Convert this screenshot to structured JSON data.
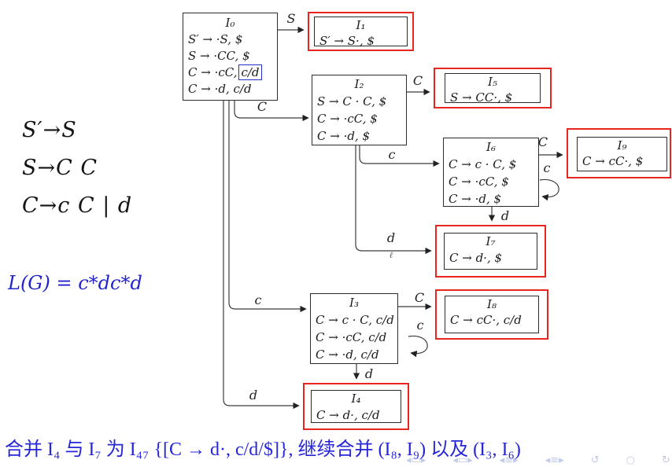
{
  "grammar": {
    "line1": "S′→S",
    "line2": "S→C C",
    "line3": "C→c C  |  d"
  },
  "language_formula": "L(G) = c*dc*d",
  "caption": "合并 I₄ 与 I₇ 为 I₄₇ {[C → d·, c/d/$]}, 继续合并 (I₈, I₉) 以及 (I₃, I₆)",
  "automaton": {
    "states": {
      "i0": {
        "title": "I₀",
        "item1": "S′ → ·S, $",
        "item2": "S → ·CC, $",
        "item3_prefix": "C → ·cC,",
        "item3_boxed": "c/d",
        "item4": "C → ·d, c/d"
      },
      "i1": {
        "title": "I₁",
        "item1": "S′ → S·, $"
      },
      "i2": {
        "title": "I₂",
        "item1": "S → C · C, $",
        "item2": "C → ·cC, $",
        "item3": "C → ·d, $"
      },
      "i3": {
        "title": "I₃",
        "item1": "C → c · C, c/d",
        "item2": "C → ·cC, c/d",
        "item3": "C → ·d, c/d"
      },
      "i4": {
        "title": "I₄",
        "item1": "C → d·, c/d"
      },
      "i5": {
        "title": "I₅",
        "item1": "S → CC·, $"
      },
      "i6": {
        "title": "I₆",
        "item1": "C → c · C, $",
        "item2": "C → ·cC, $",
        "item3": "C → ·d, $"
      },
      "i7": {
        "title": "I₇",
        "item1": "C → d·, $"
      },
      "i8": {
        "title": "I₈",
        "item1": "C → cC·, c/d"
      },
      "i9": {
        "title": "I₉",
        "item1": "C → cC·, $"
      }
    },
    "edges": {
      "i0_i1": "S",
      "i0_i2": "C",
      "i0_i3": "c",
      "i0_i4": "d",
      "i2_i5": "C",
      "i2_i6": "c",
      "i2_i7": "d",
      "i6_i9": "C",
      "i6_loop": "c",
      "i6_i7": "d",
      "i3_i8": "C",
      "i3_loop": "c",
      "i3_i4": "d",
      "stray_mark": "ℓ"
    }
  },
  "colors": {
    "highlight_red": "#e8251f",
    "highlight_blue": "#2233cc",
    "text_blue": "#2626d8"
  },
  "nav": {
    "symbols": [
      "◂▭▸",
      "◂▭▸",
      "◂≡▸",
      "◂≡▸",
      "↺",
      "○",
      "↻"
    ]
  }
}
